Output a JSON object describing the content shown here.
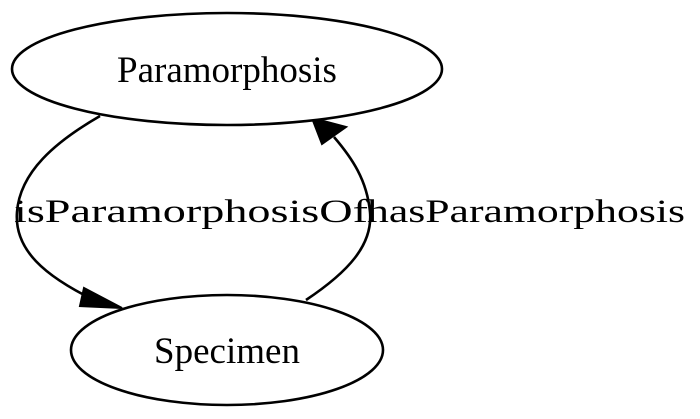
{
  "diagram": {
    "nodes": {
      "paramorphosis": {
        "label": "Paramorphosis"
      },
      "specimen": {
        "label": "Specimen"
      }
    },
    "edges": {
      "is_paramorphosis_of": {
        "label": "isParamorphosisOf",
        "from": "Paramorphosis",
        "to": "Specimen"
      },
      "has_paramorphosis": {
        "label": "hasParamorphosis",
        "from": "Specimen",
        "to": "Paramorphosis"
      }
    },
    "colors": {
      "stroke": "#000000",
      "background": "#ffffff",
      "text": "#000000"
    }
  }
}
